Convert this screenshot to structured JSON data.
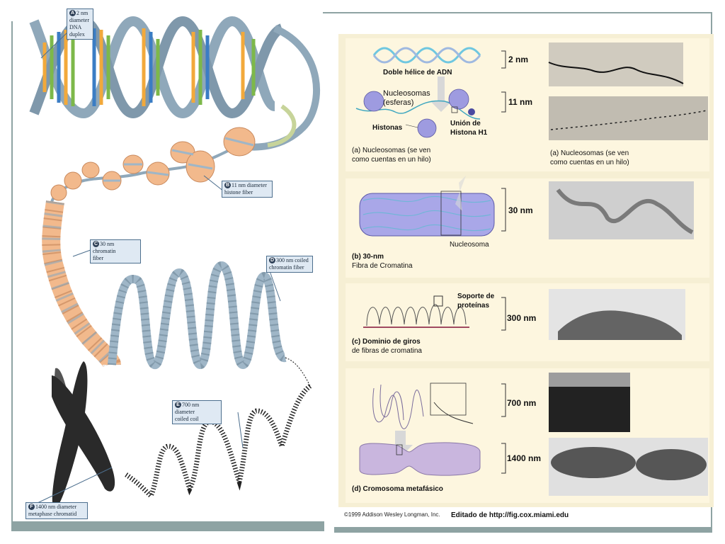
{
  "left_panel": {
    "callouts": [
      {
        "badge": "A",
        "lines": [
          "2 nm",
          "diameter",
          "DNA",
          "duplex"
        ]
      },
      {
        "badge": "B",
        "lines": [
          "11 nm diameter",
          "histone fiber"
        ]
      },
      {
        "badge": "C",
        "lines": [
          "30 nm chromatin",
          "fiber"
        ]
      },
      {
        "badge": "D",
        "lines": [
          "300 nm coiled",
          "chromatin fiber"
        ]
      },
      {
        "badge": "E",
        "lines": [
          "700 nm diameter",
          "coiled coil"
        ]
      },
      {
        "badge": "F",
        "lines": [
          "1400 nm diameter",
          "metaphase chromatid"
        ]
      }
    ]
  },
  "right_panel": {
    "dna_label": "Doble hélice de ADN",
    "nucleosomes_label": [
      "Nucleosomas",
      "(esferas)"
    ],
    "histones_label": "Histonas",
    "h1_label": [
      "Unión de",
      "Histona H1"
    ],
    "section_a_caption": [
      "(a) Nucleosomas (se ven",
      "como cuentas en un hilo)"
    ],
    "section_a_caption_em": [
      "(a) Nucleosomas (se ven",
      "como cuentas en un hilo)"
    ],
    "nucleosoma_label": "Nucleosoma",
    "section_b_caption": [
      "(b) 30-nm",
      "Fibra de Cromatina"
    ],
    "protein_support_label": [
      "Soporte de",
      "proteínas"
    ],
    "section_c_caption": [
      "(c) Dominio de giros",
      "de fibras de cromatina"
    ],
    "section_d_caption": "(d) Cromosoma metafásico",
    "scales": [
      "2 nm",
      "11 nm",
      "30 nm",
      "300 nm",
      "700 nm",
      "1400 nm"
    ],
    "copyright": "©1999 Addison Wesley Longman, Inc.",
    "source": "Editado de http://fig.cox.miami.edu"
  },
  "colors": {
    "frame": "#8ea3a3",
    "dna_backbone": "#8fa8ba",
    "nucleosome": "#f2b98c",
    "fiber": "#9fb6c7",
    "callout_bg": "#dfe9f3",
    "panel_bg": "#f6efd4",
    "chromosome_purple": "#c9b6de"
  }
}
